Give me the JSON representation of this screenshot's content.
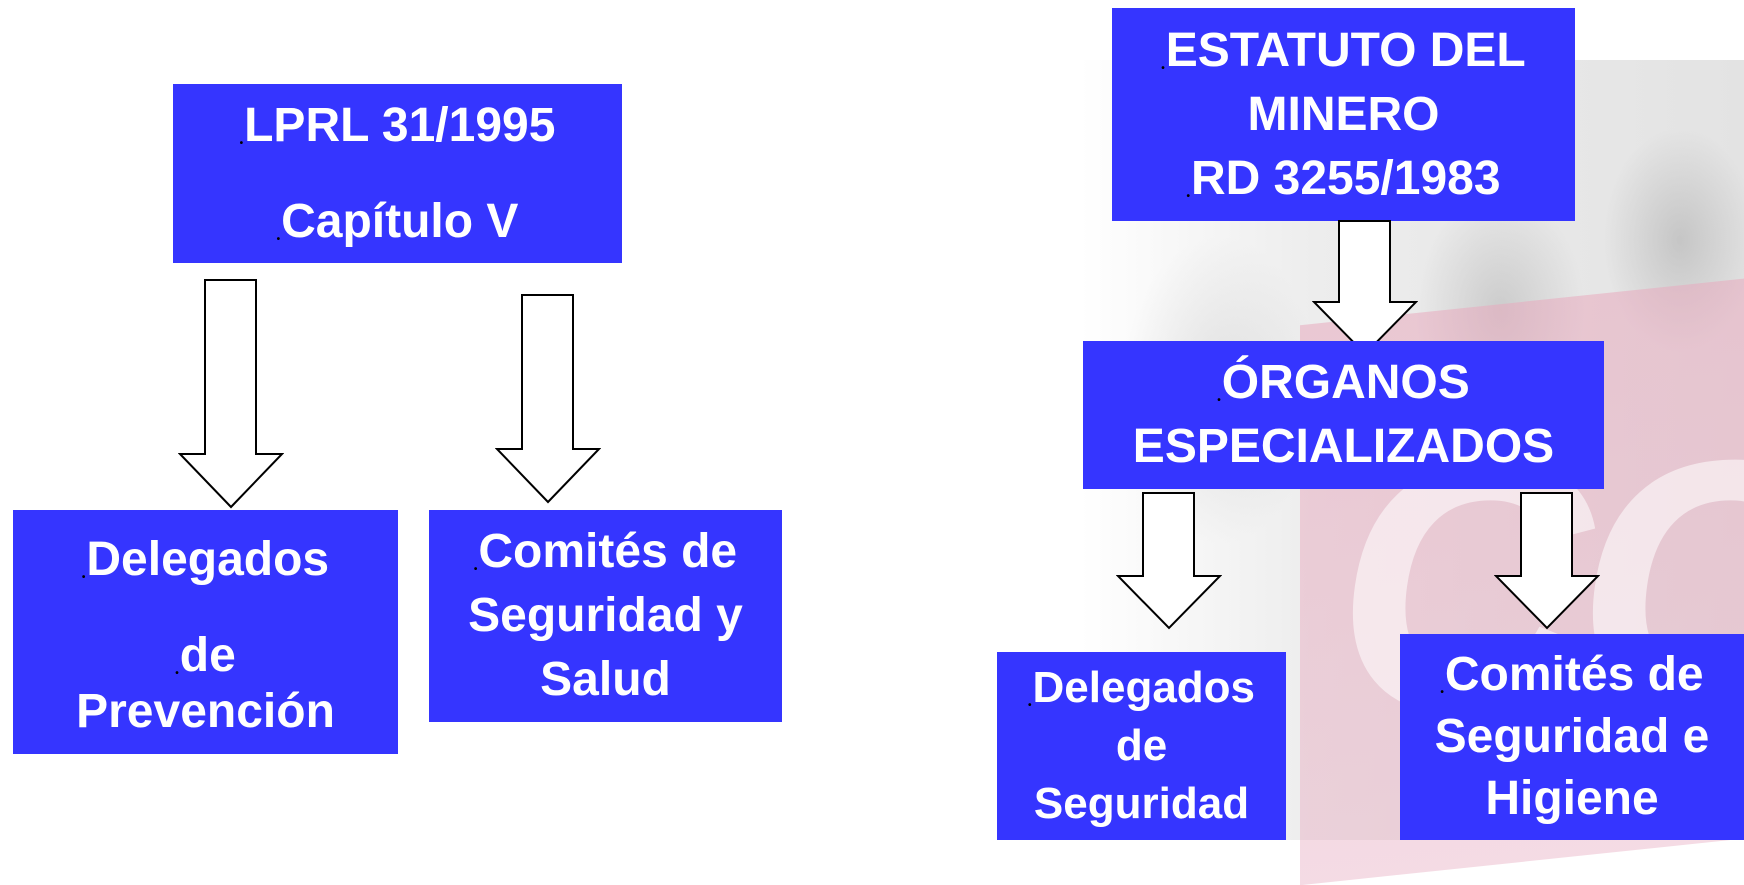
{
  "left": {
    "top_box": {
      "lines": [
        "LPRL 31/1995",
        "Capítulo V"
      ]
    },
    "box_a": {
      "lines": [
        "Delegados",
        "de",
        "Prevención"
      ]
    },
    "box_b": {
      "lines": [
        "Comités de",
        "Seguridad y",
        "Salud"
      ]
    }
  },
  "right": {
    "top_box": {
      "lines": [
        "ESTATUTO DEL",
        "MINERO",
        "RD 3255/1983"
      ]
    },
    "mid_box": {
      "lines": [
        "ÓRGANOS",
        "ESPECIALIZADOS"
      ]
    },
    "box_a": {
      "lines": [
        "Delegados",
        "de",
        "Seguridad"
      ]
    },
    "box_b": {
      "lines": [
        "Comités de",
        "Seguridad e",
        "Higiene"
      ]
    }
  },
  "background_watermark": "CC.O",
  "colors": {
    "box": "#3535ff",
    "text": "#ffffff",
    "arrow_fill": "#ffffff",
    "arrow_stroke": "#000000"
  }
}
